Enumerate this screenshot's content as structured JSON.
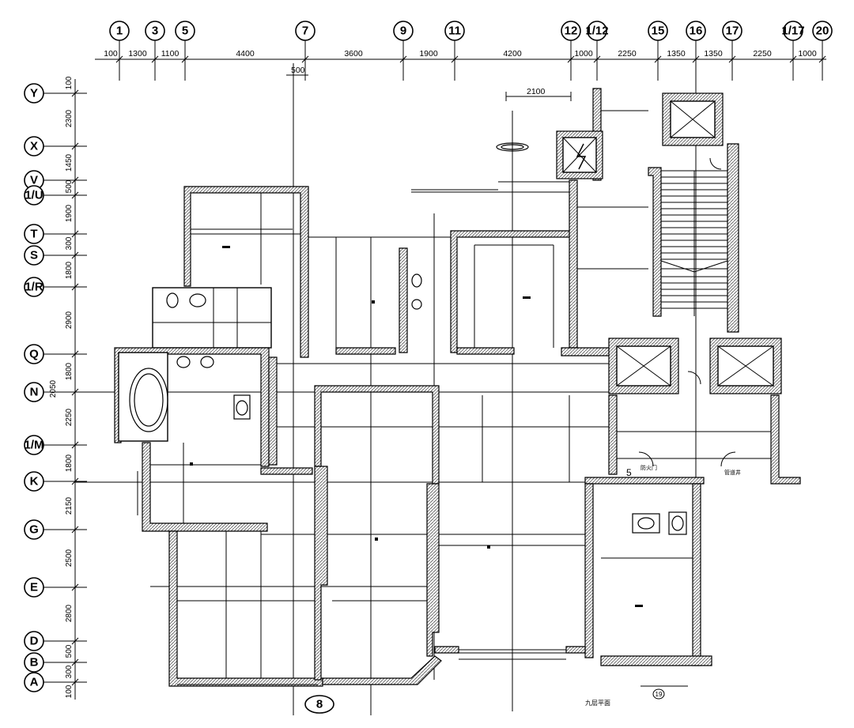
{
  "grid_top": [
    {
      "id": "①",
      "label": "1"
    },
    {
      "id": "③",
      "label": "3"
    },
    {
      "id": "⑤",
      "label": "5"
    },
    {
      "id": "⑦",
      "label": "7"
    },
    {
      "id": "⑨",
      "label": "9"
    },
    {
      "id": "⑪",
      "label": "11"
    },
    {
      "id": "⑫",
      "label": "12"
    },
    {
      "id": "1/12",
      "label": "1/12"
    },
    {
      "id": "⑮",
      "label": "15"
    },
    {
      "id": "⑯",
      "label": "16"
    },
    {
      "id": "⑰",
      "label": "17"
    },
    {
      "id": "1/17",
      "label": "1/17"
    },
    {
      "id": "⑳",
      "label": "20"
    }
  ],
  "dims_top": [
    "100",
    "1300",
    "1100",
    "4400",
    "3600",
    "1900",
    "4200",
    "1000",
    "2250",
    "1350",
    "1350",
    "2250",
    "1000"
  ],
  "dims_top_extra": [
    "500",
    "2100"
  ],
  "grid_left": [
    {
      "label": "Y"
    },
    {
      "label": "X"
    },
    {
      "label": "V"
    },
    {
      "label": "1/U"
    },
    {
      "label": "T"
    },
    {
      "label": "S"
    },
    {
      "label": "1/R"
    },
    {
      "label": "Q"
    },
    {
      "label": "N"
    },
    {
      "label": "1/M"
    },
    {
      "label": "K"
    },
    {
      "label": "G"
    },
    {
      "label": "E"
    },
    {
      "label": "D"
    },
    {
      "label": "B"
    },
    {
      "label": "A"
    }
  ],
  "dims_left": [
    "100",
    "2300",
    "1450",
    "500",
    "1900",
    "300",
    "1800",
    "2900",
    "1800",
    "2250",
    "1800",
    "2150",
    "2500",
    "2800",
    "500",
    "300",
    "100"
  ],
  "dims_left_extra": [
    "2050"
  ],
  "bottom_bubble": "8",
  "notes": {
    "stair_note": "5",
    "floor_label": "九层平面",
    "door_note_1": "防火门",
    "door_note_2": "管道井",
    "legend_code": "19"
  }
}
